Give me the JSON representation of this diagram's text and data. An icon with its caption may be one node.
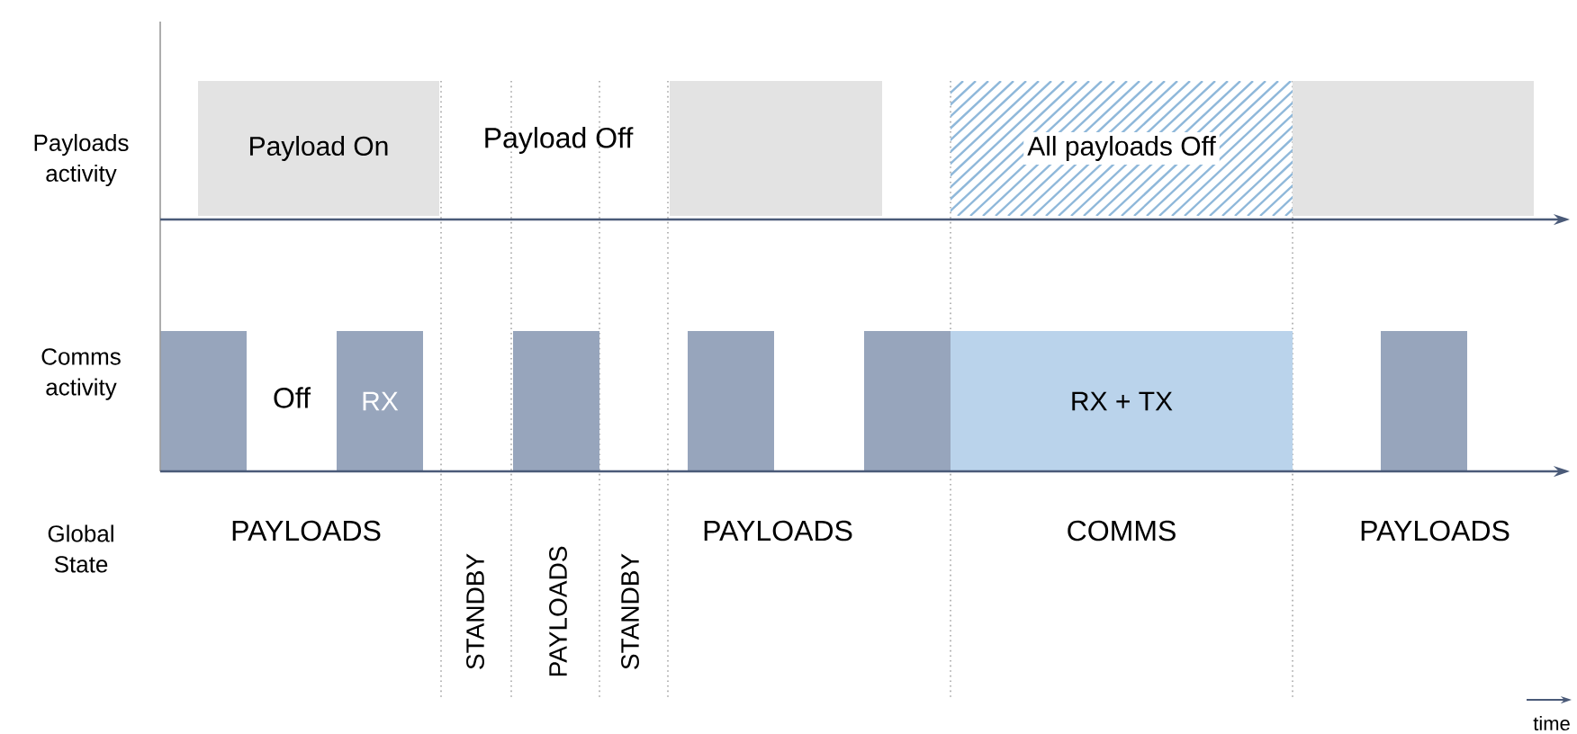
{
  "diagram": {
    "nodes": [
      {
        "text": [
          "Payload On"
        ]
      },
      {
        "text": [],
        "shape": "box"
      },
      {
        "text": [
          "All payloads Off"
        ]
      },
      {
        "text": [],
        "shape": "box"
      },
      {
        "text": [],
        "shape": "bar"
      },
      {
        "text": [
          "RX"
        ]
      },
      {
        "text": [],
        "shape": "bar"
      },
      {
        "text": [],
        "shape": "bar"
      },
      {
        "text": [],
        "shape": "bar"
      },
      {
        "text": [
          "RX + TX"
        ]
      },
      {
        "text": [],
        "shape": "bar"
      }
    ],
    "labels": [
      "Payloads activity",
      "Payload Off",
      "Comms activity",
      "Off",
      "Global State",
      "PAYLOADS",
      "STANDBY",
      "PAYLOADS",
      "STANDBY",
      "PAYLOADS",
      "COMMS",
      "PAYLOADS",
      "time"
    ]
  }
}
